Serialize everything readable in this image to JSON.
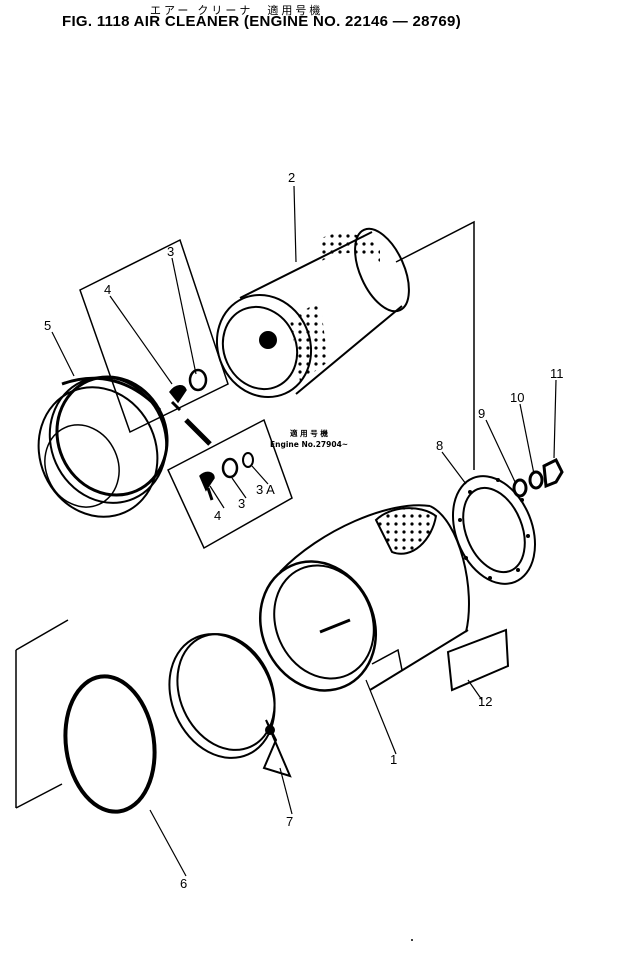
{
  "header": {
    "japanese_title": "エアー クリーナ　適用号機",
    "figure_title": "FIG. 1118  AIR CLEANER (ENGINE NO. 22146 — 28769)"
  },
  "callouts": {
    "c1": "1",
    "c2": "2",
    "c3a": "3",
    "c3b": "3",
    "c3A": "3 A",
    "c4a": "4",
    "c4b": "4",
    "c5": "5",
    "c6": "6",
    "c7": "7",
    "c8": "8",
    "c9": "9",
    "c10": "10",
    "c11": "11",
    "c12": "12"
  },
  "note": {
    "line1": "適 用 号 機",
    "line2": "Engine No.27904~"
  }
}
